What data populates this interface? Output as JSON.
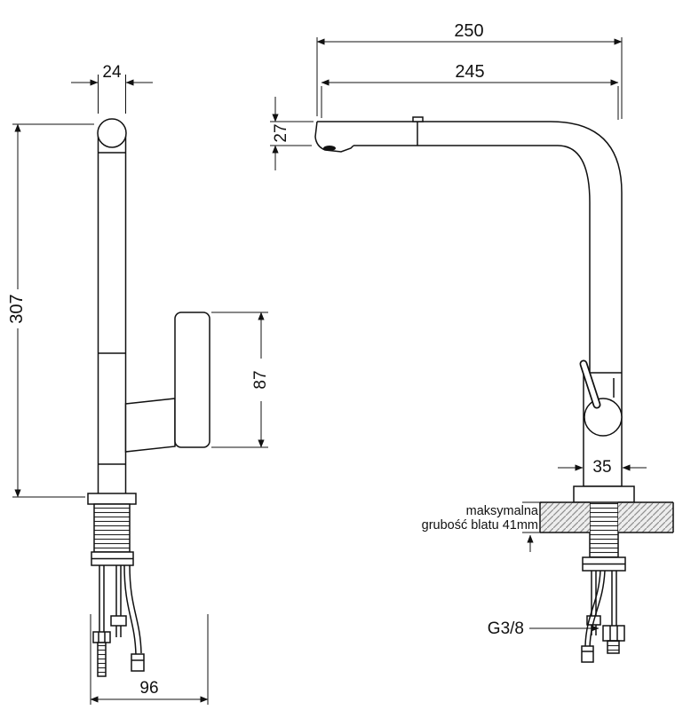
{
  "drawing": {
    "left": {
      "dim_spout_width": "24",
      "dim_height": "307",
      "dim_handle_height": "87",
      "dim_base_depth": "96"
    },
    "right": {
      "dim_total_width": "250",
      "dim_spout_reach": "245",
      "dim_spout_height": "27",
      "dim_body_width": "35",
      "note_line1": "maksymalna",
      "note_line2": "grubość blatu 41mm",
      "thread_size": "G3/8"
    },
    "colors": {
      "line": "#111111",
      "hatch_fill": "#ededed",
      "hatch_line": "#8f8f8f",
      "outlet": "#111111"
    }
  }
}
